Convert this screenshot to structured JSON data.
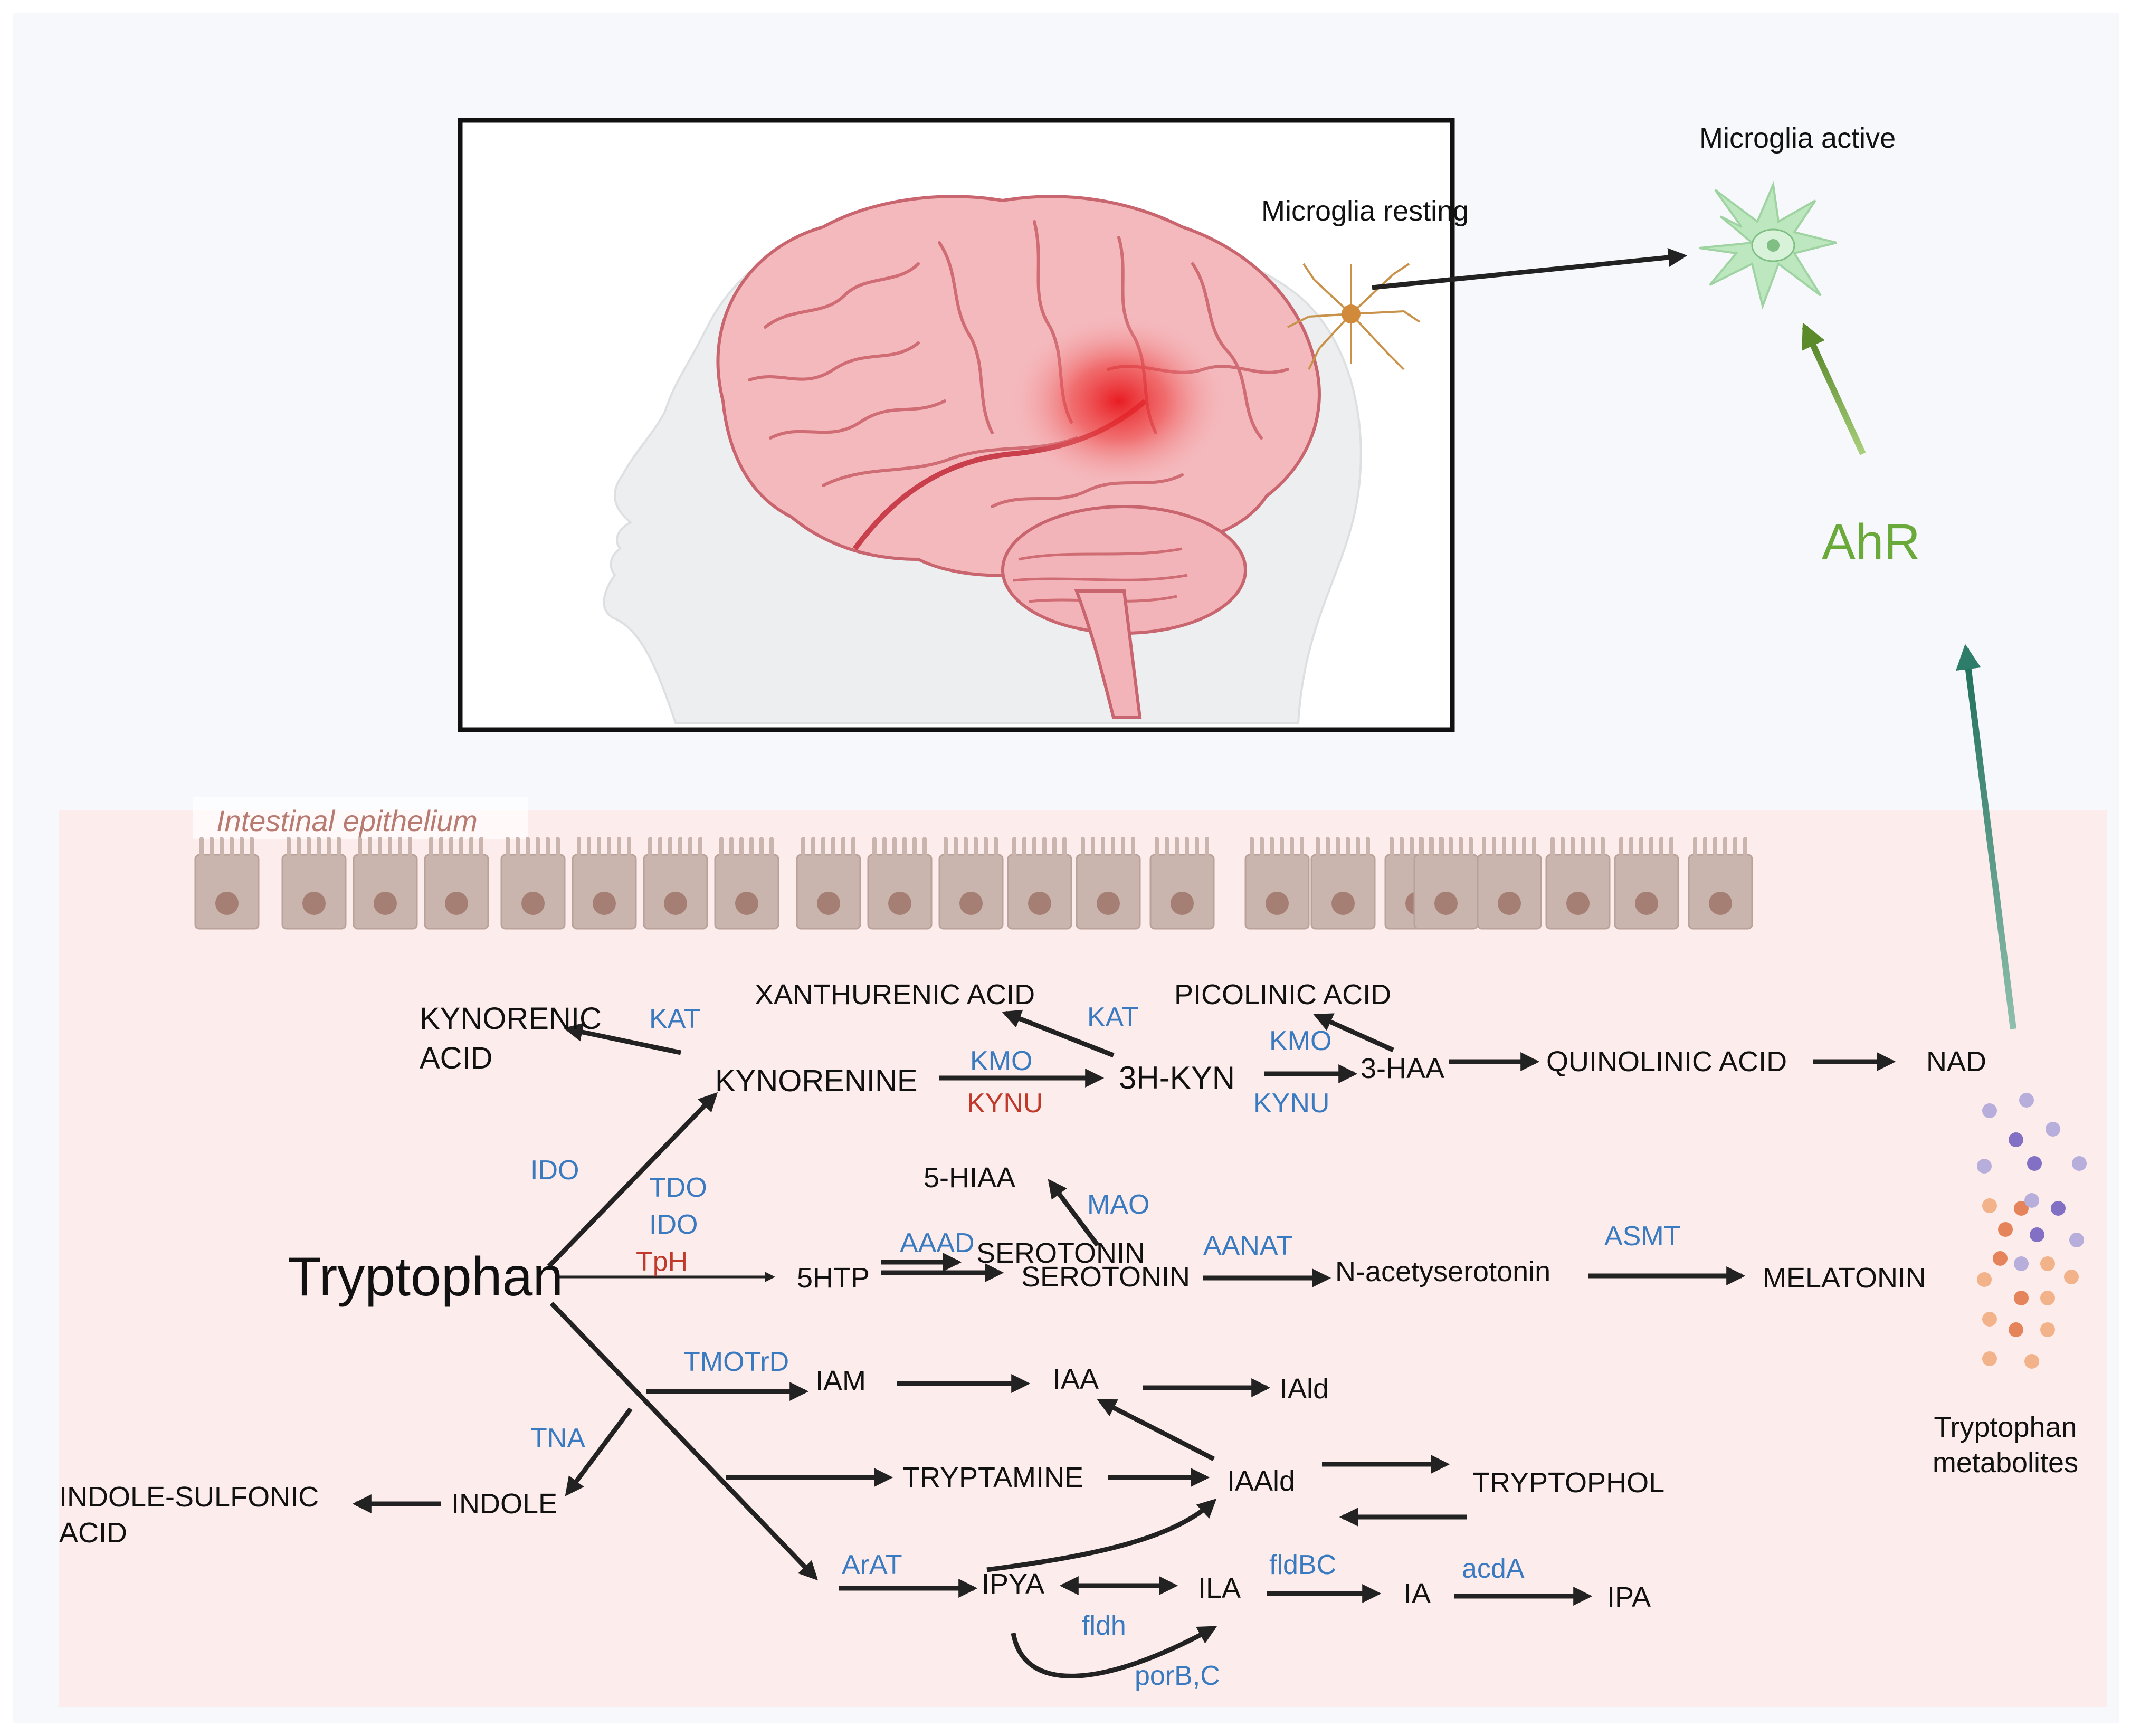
{
  "colors": {
    "background_top": "#f7f9fc",
    "intestine_bg": "#fdecec",
    "enzyme_blue": "#3a7ac0",
    "enzyme_red": "#c0392b",
    "ahr_green": "#6aaa3a",
    "arrow_dark": "#222222",
    "arrow_teal": "#2e7d6a",
    "epithelium_cell": "#c9b5ad",
    "epithelium_nucleus": "#a57f74"
  },
  "brain_panel": {
    "microglia_resting": "Microglia resting",
    "microglia_active": "Microglia active",
    "ahr": "AhR"
  },
  "intestine": {
    "label": "Intestinal epithelium",
    "tryptophan_metabolites": [
      "Tryptophan",
      "metabolites"
    ]
  },
  "metabolites": {
    "tryptophan": "Tryptophan",
    "kynorenic_acid": [
      "KYNORENIC",
      "ACID"
    ],
    "kynorenine": "KYNORENINE",
    "xanthurenic_acid": "XANTHURENIC ACID",
    "h3_kyn": "3H-KYN",
    "picolinic_acid": "PICOLINIC ACID",
    "haa3": "3-HAA",
    "quinolinic_acid": "QUINOLINIC ACID",
    "nad": "NAD",
    "hiaa5": "5-HIAA",
    "htp5": "5HTP",
    "serotonin_top": "SEROTONIN",
    "serotonin": "SEROTONIN",
    "n_acetylserotonin": "N-acetyserotonin",
    "melatonin": "MELATONIN",
    "iam": "IAM",
    "iaa": "IAA",
    "iald": "IAld",
    "iaald": "IAAld",
    "tryptamine": "TRYPTAMINE",
    "tryptophol": "TRYPTOPHOL",
    "indole": "INDOLE",
    "indole_sulfonic_acid": [
      "INDOLE-SULFONIC",
      "ACID"
    ],
    "ipya": "IPYA",
    "ila": "ILA",
    "ia": "IA",
    "ipa": "IPA"
  },
  "enzymes": {
    "kat_1": "KAT",
    "kat_2": "KAT",
    "kmo_1": "KMO",
    "kynu_1": "KYNU",
    "kmo_2": "KMO",
    "kynu_2": "KYNU",
    "ido_1": "IDO",
    "tdo": "TDO",
    "ido_2": "IDO",
    "tph": "TpH",
    "mao": "MAO",
    "aaad": "AAAD",
    "aanat": "AANAT",
    "asmt": "ASMT",
    "tmotrd": "TMOTrD",
    "tna": "TNA",
    "arat": "ArAT",
    "fldbc": "fldBC",
    "acda": "acdA",
    "fldh": "fldh",
    "porbc": "porB,C"
  }
}
